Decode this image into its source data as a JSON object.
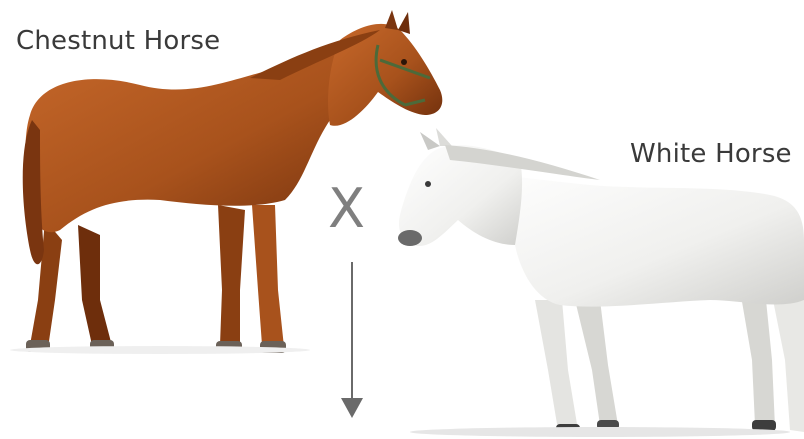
{
  "labels": {
    "chestnut": "Chestnut Horse",
    "white": "White Horse",
    "cross": "X"
  },
  "colors": {
    "chestnut_coat": "#a8521c",
    "chestnut_shade": "#6e2e0c",
    "white_coat": "#f2f2f0",
    "white_shade": "#cfcfcc",
    "arrow": "#6a6a6a",
    "text": "#3a3a3a"
  },
  "icons": {
    "cross": "multiplication-sign-icon",
    "arrow": "down-arrow-icon"
  }
}
